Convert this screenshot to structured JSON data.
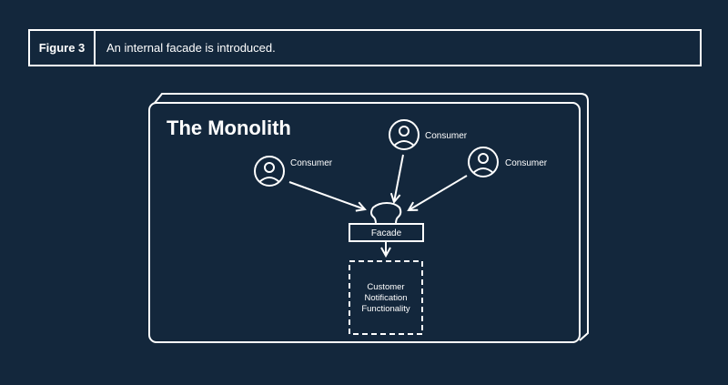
{
  "caption": {
    "figure": "Figure 3",
    "text": "An internal facade is introduced."
  },
  "diagram": {
    "container_title": "The Monolith",
    "consumers": [
      "Consumer",
      "Consumer",
      "Consumer"
    ],
    "facade_label": "Facade",
    "component_lines": [
      "Customer",
      "Notification",
      "Functionality"
    ]
  },
  "colors": {
    "background": "#13273c",
    "stroke": "#ffffff"
  }
}
